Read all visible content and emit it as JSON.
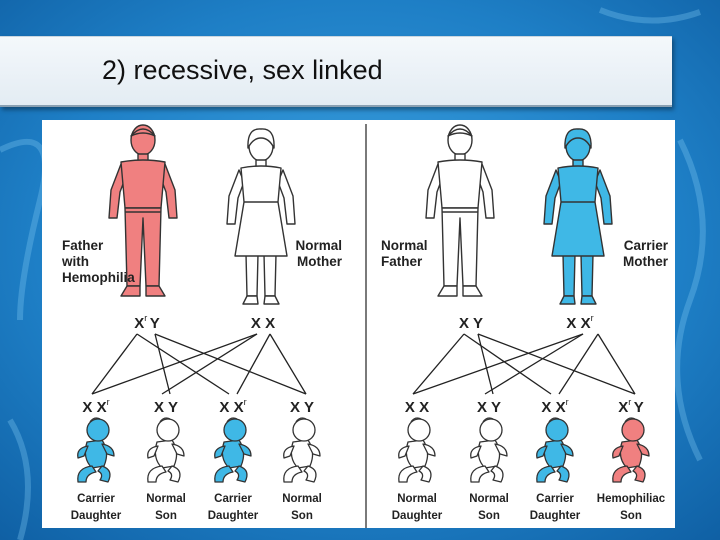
{
  "slide": {
    "title": "2) recessive, sex linked"
  },
  "colors": {
    "affected": "#f08080",
    "carrier": "#3fb8e6",
    "normal": "#ffffff",
    "outline": "#333333",
    "background": "#1f7fc4"
  },
  "crosses": [
    {
      "father": {
        "label_lines": [
          "Father",
          "with",
          "Hemophilia"
        ],
        "status": "affected",
        "alleles": [
          "X",
          "Y"
        ],
        "allele_marks": [
          "r",
          ""
        ]
      },
      "mother": {
        "label_lines": [
          "Normal",
          "Mother"
        ],
        "status": "normal",
        "alleles": [
          "X",
          "X"
        ],
        "allele_marks": [
          "",
          ""
        ]
      },
      "offspring": [
        {
          "genotype": [
            "X",
            "X"
          ],
          "marks": [
            "",
            "r"
          ],
          "status": "carrier",
          "label_lines": [
            "Carrier",
            "Daughter"
          ]
        },
        {
          "genotype": [
            "X",
            "Y"
          ],
          "marks": [
            "",
            ""
          ],
          "status": "normal",
          "label_lines": [
            "Normal",
            "Son"
          ]
        },
        {
          "genotype": [
            "X",
            "X"
          ],
          "marks": [
            "",
            "r"
          ],
          "status": "carrier",
          "label_lines": [
            "Carrier",
            "Daughter"
          ]
        },
        {
          "genotype": [
            "X",
            "Y"
          ],
          "marks": [
            "",
            ""
          ],
          "status": "normal",
          "label_lines": [
            "Normal",
            "Son"
          ]
        }
      ]
    },
    {
      "father": {
        "label_lines": [
          "Normal",
          "Father"
        ],
        "status": "normal",
        "alleles": [
          "X",
          "Y"
        ],
        "allele_marks": [
          "",
          ""
        ]
      },
      "mother": {
        "label_lines": [
          "Carrier",
          "Mother"
        ],
        "status": "carrier",
        "alleles": [
          "X",
          "X"
        ],
        "allele_marks": [
          "",
          "r"
        ]
      },
      "offspring": [
        {
          "genotype": [
            "X",
            "X"
          ],
          "marks": [
            "",
            ""
          ],
          "status": "normal",
          "label_lines": [
            "Normal",
            "Daughter"
          ]
        },
        {
          "genotype": [
            "X",
            "Y"
          ],
          "marks": [
            "",
            ""
          ],
          "status": "normal",
          "label_lines": [
            "Normal",
            "Son"
          ]
        },
        {
          "genotype": [
            "X",
            "X"
          ],
          "marks": [
            "",
            "r"
          ],
          "status": "carrier",
          "label_lines": [
            "Carrier",
            "Daughter"
          ]
        },
        {
          "genotype": [
            "X",
            "Y"
          ],
          "marks": [
            "r",
            ""
          ],
          "status": "affected",
          "label_lines": [
            "Hemophiliac",
            "Son"
          ]
        }
      ]
    }
  ]
}
